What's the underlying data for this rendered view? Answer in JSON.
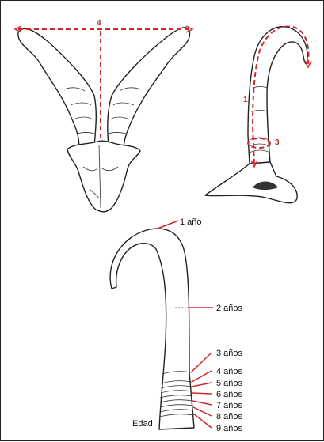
{
  "colors": {
    "annotation": "#d1262a",
    "ink": "#222222",
    "background": "#ffffff"
  },
  "front_view": {
    "measure_number": "4"
  },
  "side_view": {
    "length_number": "1",
    "girth_number": "3"
  },
  "age_labels": {
    "year_1": "1 año",
    "year_2": "2 años",
    "year_3": "3 años",
    "year_4": "4 años",
    "year_5": "5 años",
    "year_6": "6 años",
    "year_7": "7 años",
    "year_8": "8 años",
    "year_9": "9 años"
  },
  "caption": "Edad"
}
